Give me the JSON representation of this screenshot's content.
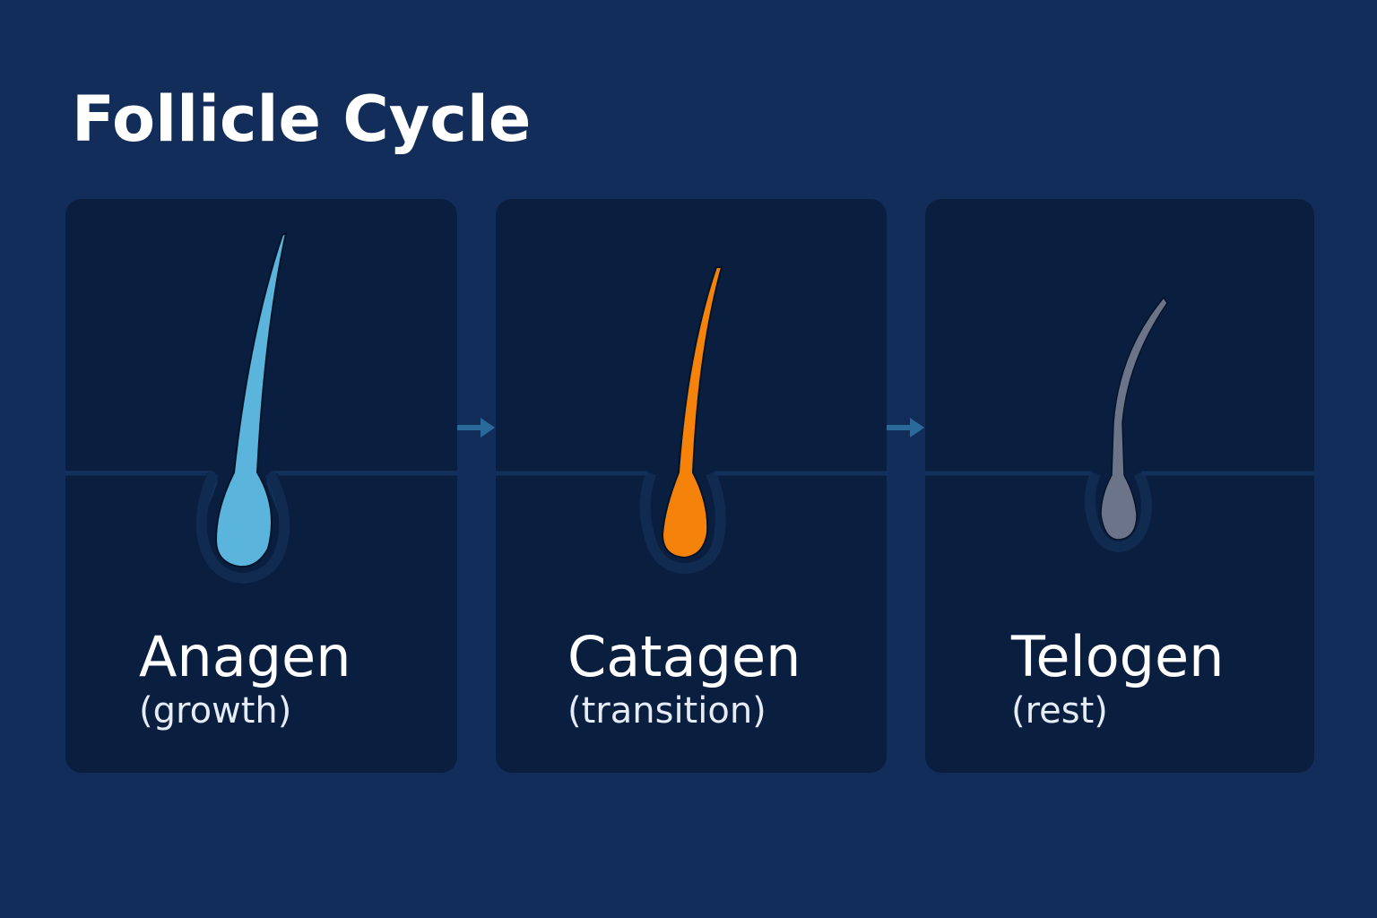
{
  "title": "Follicle Cycle",
  "stages": [
    {
      "name": "Anagen",
      "description": "(growth)",
      "color": "#5ab4dc"
    },
    {
      "name": "Catagen",
      "description": "(transition)",
      "color": "#f5820a"
    },
    {
      "name": "Telogen",
      "description": "(rest)",
      "color": "#6b7488"
    }
  ],
  "colors": {
    "background": "#132d5a",
    "card": "#0a1e40",
    "skin_line": "#13305a",
    "arrow": "#2a6a9a"
  }
}
